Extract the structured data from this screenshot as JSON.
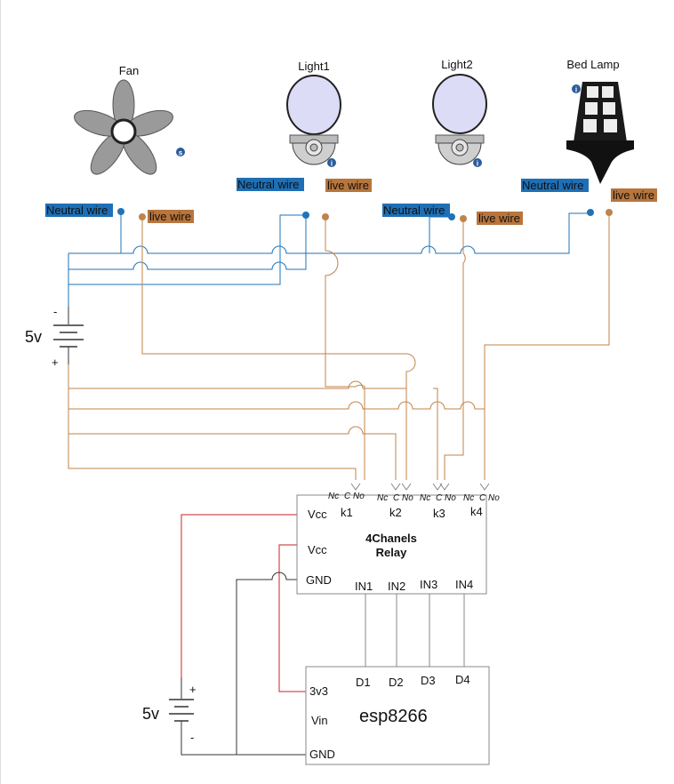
{
  "colors": {
    "neutral": "#1f73b7",
    "live": "#c0834a",
    "red": "#cc2222",
    "black": "#333333",
    "gray": "#888888",
    "neutral_tag_bg": "#1e6fb5",
    "live_tag_bg": "#b8753c"
  },
  "devices": {
    "fan": {
      "label": "Fan",
      "icon": "fan-icon"
    },
    "light1": {
      "label": "Light1",
      "icon": "bulb-icon"
    },
    "light2": {
      "label": "Light2",
      "icon": "bulb-icon"
    },
    "bed_lamp": {
      "label": "Bed Lamp",
      "icon": "lamp-icon"
    }
  },
  "wire_labels": {
    "neutral": "Neutral wire",
    "live": "live wire"
  },
  "batteries": {
    "top": {
      "label": "5v",
      "minus": "-",
      "plus": "+"
    },
    "bottom": {
      "label": "5v",
      "minus": "-",
      "plus": "+"
    }
  },
  "relay": {
    "title_line1": "4Chanels",
    "title_line2": "Relay",
    "vcc1": "Vcc",
    "vcc2": "Vcc",
    "gnd": "GND",
    "channels": [
      "k1",
      "k2",
      "k3",
      "k4"
    ],
    "contact_nc": "Nc",
    "contact_c": "C",
    "contact_no": "No",
    "inputs": [
      "IN1",
      "IN2",
      "IN3",
      "IN4"
    ]
  },
  "esp": {
    "title": "esp8266",
    "pin_3v3": "3v3",
    "pin_vin": "Vin",
    "pin_gnd": "GND",
    "pins_d": [
      "D1",
      "D2",
      "D3",
      "D4"
    ]
  }
}
